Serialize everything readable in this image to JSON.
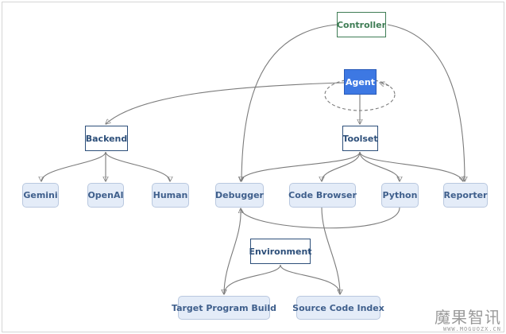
{
  "nodes": {
    "controller": "Controller",
    "agent": "Agent",
    "backend": "Backend",
    "toolset": "Toolset",
    "gemini": "Gemini",
    "openai": "OpenAI",
    "human": "Human",
    "debugger": "Debugger",
    "code_browser": "Code Browser",
    "python": "Python",
    "reporter": "Reporter",
    "environment": "Environment",
    "target_program_build": "Target Program Build",
    "source_code_index": "Source Code Index"
  },
  "watermark": {
    "main": "魔果智讯",
    "sub": "WWW.MOGUOZX.CN"
  },
  "colors": {
    "agent_fill": "#3d78e3",
    "controller_border": "#3f7d55",
    "box_border": "#2d4f7a",
    "pill_fill": "#e4ecf8",
    "edge": "#7b7b7b"
  }
}
